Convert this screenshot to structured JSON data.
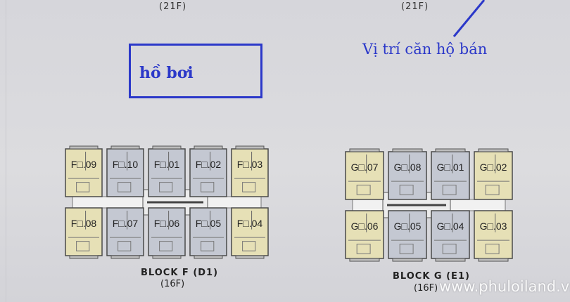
{
  "top_labels": {
    "left_floors": "(21F)",
    "right_floors": "(21F)"
  },
  "annotations": {
    "pool": "hồ bơi",
    "sale_position": "Vị trí căn hộ bán"
  },
  "colors": {
    "annotation_blue": "#2b38c9",
    "unit_tan": "#e6e0b6",
    "unit_gray": "#c4c8d2",
    "corridor": "#f1f1f1"
  },
  "blocks": [
    {
      "title": "BLOCK F (D1)",
      "floors": "(16F)",
      "units": [
        {
          "label": "F□.09",
          "row": "top",
          "color": "tan"
        },
        {
          "label": "F□.10",
          "row": "top",
          "color": "gray"
        },
        {
          "label": "F□.01",
          "row": "top",
          "color": "gray"
        },
        {
          "label": "F□.02",
          "row": "top",
          "color": "gray"
        },
        {
          "label": "F□.03",
          "row": "top",
          "color": "tan"
        },
        {
          "label": "F□.08",
          "row": "bottom",
          "color": "tan"
        },
        {
          "label": "F□.07",
          "row": "bottom",
          "color": "gray"
        },
        {
          "label": "F□.06",
          "row": "bottom",
          "color": "gray"
        },
        {
          "label": "F□.05",
          "row": "bottom",
          "color": "gray"
        },
        {
          "label": "F□.04",
          "row": "bottom",
          "color": "tan"
        }
      ]
    },
    {
      "title": "BLOCK G (E1)",
      "floors": "(16F)",
      "units": [
        {
          "label": "G□.07",
          "row": "top",
          "color": "tan"
        },
        {
          "label": "G□.08",
          "row": "top",
          "color": "gray"
        },
        {
          "label": "G□.01",
          "row": "top",
          "color": "gray"
        },
        {
          "label": "G□.02",
          "row": "top",
          "color": "tan"
        },
        {
          "label": "G□.06",
          "row": "bottom",
          "color": "tan"
        },
        {
          "label": "G□.05",
          "row": "bottom",
          "color": "gray"
        },
        {
          "label": "G□.04",
          "row": "bottom",
          "color": "gray"
        },
        {
          "label": "G□.03",
          "row": "bottom",
          "color": "tan"
        }
      ]
    }
  ],
  "watermark": "www.phuloiland.vn"
}
